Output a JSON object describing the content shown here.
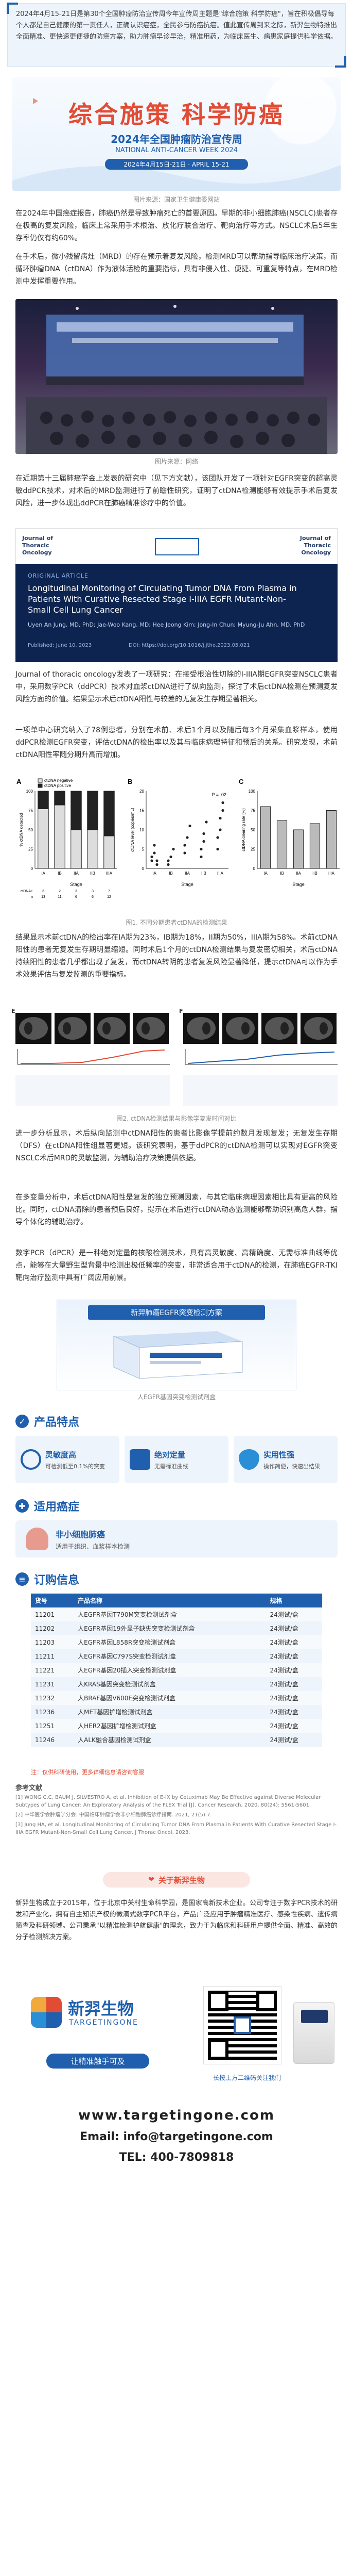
{
  "intro": {
    "text": "2024年4月15-21日是第30个全国肿瘤防治宣传周今年宣传周主题是\"综合施策 科学防癌\"，旨在积极倡导每个人都是自己健康的第一责任人，正确认识癌症，全民参与防癌抗癌。值此宣传周到来之际，新羿生物特推出全面精准、更快速更便捷的防癌方案，助力肿瘤早诊早治，精准用药，为临床医生、病患家庭提供科学依据。"
  },
  "banner": {
    "title": "综合施策 科学防癌",
    "sub1": "2024年全国肿瘤防治宣传周",
    "sub2": "NATIONAL ANTI-CANCER WEEK 2024",
    "date": "2024年4月15日-21日 · APRIL 15-21",
    "caption": "图片来源：国家卫生健康委网站"
  },
  "para1": "在2024年中国癌症报告，肺癌仍然是导致肿瘤死亡的首要原因。早期的非小细胞肺癌(NSCLC)患者存在极高的复发风险，临床上常采用手术根治、放化疗联合治疗、靶向治疗等方式。NSCLC术后5年生存率仍仅有约60%。",
  "para2": "在手术后，微小残留病灶（MRD）的存在预示着复发风险，检测MRD可以帮助指导临床治疗决策，而循环肿瘤DNA（ctDNA）作为液体活检的重要指标，具有非侵入性、便捷、可重复等特点，在MRD检测中发挥重要作用。",
  "stage_caption": "图片来源：网络",
  "para3": "在近期第十三届肺癌学会上发表的研究中（见下方文献），该团队开发了一项针对EGFR突变的超高灵敏ddPCR技术，对术后的MRD监测进行了前瞻性研究，证明了ctDNA检测能够有效提示手术后复发风险，进一步体现出ddPCR在肺癌精准诊疗中的价值。",
  "paper": {
    "journal_left": "Journal of Thoracic Oncology",
    "journal_right": "Journal of Thoracic Oncology",
    "tag": "ORIGINAL ARTICLE",
    "title": "Longitudinal Monitoring of Circulating Tumor DNA From Plasma in Patients With Curative Resected Stage I-IIIA EGFR Mutant-Non-Small Cell Lung Cancer",
    "authors": "Uyen An Jung, MD, PhD; Jae-Woo Kang, MD; Hee Jeong Kim; Jong-In Chun; Myung-Ju Ahn, MD, PhD",
    "published": "Published: June 10, 2023",
    "doi": "DOI: https://doi.org/10.1016/j.jtho.2023.05.021"
  },
  "para4": "Journal of thoracic oncology发表了一项研究：在接受根治性切除的I-IIIA期EGFR突变NSCLC患者中，采用数字PCR（ddPCR）技术对血浆ctDNA进行了纵向监测，探讨了术后ctDNA检测在预测复发风险方面的价值。结果显示术后ctDNA阳性与较差的无复发生存期显著相关。",
  "para5": "一项单中心研究纳入了78例患者，分别在术前、术后1个月以及随后每3个月采集血浆样本，使用ddPCR检测EGFR突变，评估ctDNA的检出率以及其与临床病理特征和预后的关系。研究发现，术前ctDNA阳性率随分期升高而增加。",
  "chart_data": [
    {
      "type": "bar",
      "panel": "A",
      "legend": [
        "ctDNA negative",
        "ctDNA positive"
      ],
      "categories": [
        "IA",
        "IB",
        "IIA",
        "IIB",
        "IIIA"
      ],
      "xlabel": "Stage",
      "ylabel": "% ctDNA detected",
      "ylim": [
        0,
        100
      ],
      "series": [
        {
          "name": "ctDNA negative",
          "values": [
            77,
            82,
            50,
            50,
            42
          ]
        },
        {
          "name": "ctDNA positive",
          "values": [
            23,
            18,
            50,
            50,
            58
          ]
        }
      ],
      "table": {
        "rows": [
          {
            "label": "ctDNA+",
            "values": [
              "3",
              "2",
              "3",
              "3",
              "7"
            ]
          },
          {
            "label": "n",
            "values": [
              "13",
              "11",
              "6",
              "6",
              "12"
            ]
          }
        ]
      }
    },
    {
      "type": "scatter",
      "panel": "B",
      "annotation": "P = .02",
      "categories": [
        "IA",
        "IB",
        "IIA",
        "IIB",
        "IIIA"
      ],
      "xlabel": "Stage",
      "ylabel": "ctDNA level (copies/mL)",
      "ylim": [
        0,
        20
      ]
    },
    {
      "type": "bar",
      "panel": "C",
      "categories": [
        "IA",
        "IB",
        "IIA",
        "IIB",
        "IIIA"
      ],
      "xlabel": "Stage",
      "ylabel": "ctDNA clearing rate (%)",
      "ylim": [
        0,
        100
      ],
      "values": [
        80,
        62,
        50,
        58,
        75
      ]
    }
  ],
  "fig1_caption": "图1. 不同分期患者ctDNA的检测结果",
  "para6": "结果显示术前ctDNA的检出率在IA期为23%，IB期为18%，II期为50%，IIIA期为58%。术前ctDNA阳性的患者无复发生存期明显缩短。同时术后1个月的ctDNA检测结果与复发密切相关，术后ctDNA持续阳性的患者几乎都出现了复发，而ctDNA转阴的患者复发风险显著降低，提示ctDNA可以作为手术效果评估与复发监测的重要指标。",
  "fig2": {
    "panels": [
      "E",
      "F"
    ],
    "caption": "图2. ctDNA检测结果与影像学复发时间对比"
  },
  "para7": "进一步分析显示，术后纵向监测中ctDNA阳性的患者比影像学提前约数月发现复发；无复发生存期（DFS）在ctDNA阳性组显著更短。该研究表明，基于ddPCR的ctDNA检测可以实现对EGFR突变NSCLC术后MRD的灵敏监测，为辅助治疗决策提供依据。",
  "para8": "在多变量分析中，术后ctDNA阳性是复发的独立预测因素，与其它临床病理因素相比具有更高的风险比。同时，ctDNA清除的患者预后良好，提示在术后进行ctDNA动态监测能够帮助识别高危人群，指导个体化的辅助治疗。",
  "para9": "数字PCR（dPCR）是一种绝对定量的核酸检测技术，具有高灵敏度、高精确度、无需标准曲线等优点，能够在大量野生型背景中检测出极低频率的突变，非常适合用于ctDNA的检测，在肺癌EGFR-TKI靶向治疗监测中具有广阔应用前景。",
  "product": {
    "banner": "新羿肺癌EGFR突变检测方案",
    "caption": "人EGFR基因突变检测试剂盒"
  },
  "features": {
    "heading": "产品特点",
    "items": [
      {
        "title": "灵敏度高",
        "desc": "可检测低至0.1%的突变"
      },
      {
        "title": "绝对定量",
        "desc": "无需标准曲线"
      },
      {
        "title": "实用性强",
        "desc": "操作简便，快速出结果"
      }
    ]
  },
  "application": {
    "heading": "适用癌症",
    "item": "非小细胞肺癌",
    "desc": "适用于组织、血浆样本检测"
  },
  "order": {
    "heading": "订购信息",
    "columns": [
      "货号",
      "产品名称",
      "规格"
    ],
    "rows": [
      [
        "11201",
        "人EGFR基因T790M突变检测试剂盒",
        "24测试/盒"
      ],
      [
        "11202",
        "人EGFR基因19外显子缺失突变检测试剂盒",
        "24测试/盒"
      ],
      [
        "11203",
        "人EGFR基因L858R突变检测试剂盒",
        "24测试/盒"
      ],
      [
        "11211",
        "人EGFR基因C797S突变检测试剂盒",
        "24测试/盒"
      ],
      [
        "11221",
        "人EGFR基因20插入突变检测试剂盒",
        "24测试/盒"
      ],
      [
        "11231",
        "人KRAS基因突变检测试剂盒",
        "24测试/盒"
      ],
      [
        "11232",
        "人BRAF基因V600E突变检测试剂盒",
        "24测试/盒"
      ],
      [
        "11236",
        "人MET基因扩增检测试剂盒",
        "24测试/盒"
      ],
      [
        "11251",
        "人HER2基因扩增检测试剂盒",
        "24测试/盒"
      ],
      [
        "11246",
        "人ALK融合基因检测试剂盒",
        "24测试/盒"
      ]
    ],
    "note": "注：仅供科研使用，更多详细信息请咨询客服"
  },
  "references": {
    "heading": "参考文献",
    "items": [
      "[1] WONG C.C, BAUM J, SILVESTRO A, et al. Inhibition of E-IX by Cetuximab May Be Effective against Diverse Molecular Subtypes of Lung Cancer: An Exploratory Analysis of the FLEX Trial [J]. Cancer Research, 2020, 80(24): 5561-5601.",
      "[2] 中华医学会肿瘤学分会. 中国临床肿瘤学会非小细胞肺癌诊疗指南. 2021, 21(5):7.",
      "[3] Jung HA, et al. Longitudinal Monitoring of Circulating Tumor DNA From Plasma in Patients With Curative Resected Stage I-IIIA EGFR Mutant-Non-Small Cell Lung Cancer. J Thorac Oncol. 2023."
    ]
  },
  "about": {
    "heading": "关于新羿生物",
    "text": "新羿生物成立于2015年，位于北京中关村生命科学园，是国家高新技术企业。公司专注于数字PCR技术的研发和产业化，拥有自主知识产权的微滴式数字PCR平台，产品广泛应用于肿瘤精准医疗、感染性疾病、遗传病筛查及科研领域。公司秉承\"以精准检测护航健康\"的理念，致力于为临床和科研用户提供全面、精准、高效的分子检测解决方案。"
  },
  "brand": {
    "cn": "新羿生物",
    "en": "TARGETINGONE",
    "slogan": "让精准触手可及",
    "qr_caption": "长按上方二维码关注我们"
  },
  "contact": {
    "web": "www.targetingone.com",
    "email": "Email: info@targetingone.com",
    "tel": "TEL: 400-7809818"
  },
  "colors": {
    "primary": "#1f5fae",
    "accent": "#e24b34",
    "light": "#eef4fb"
  }
}
